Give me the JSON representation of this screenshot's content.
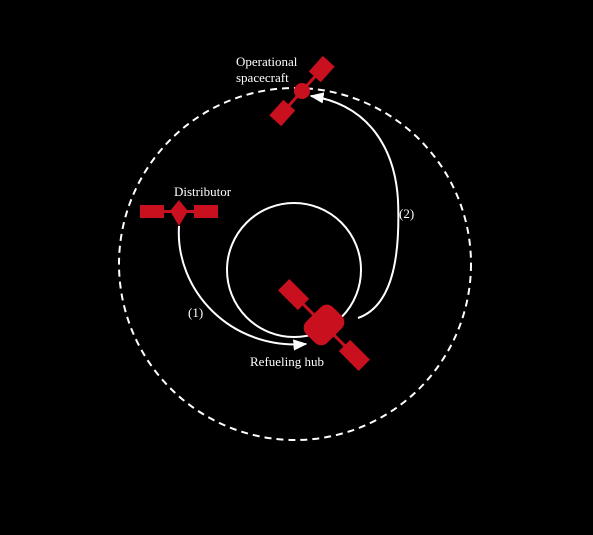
{
  "labels": {
    "operational_line1": "Operational",
    "operational_line2": "spacecraft",
    "distributor": "Distributor",
    "refueling_hub": "Refueling hub",
    "path1": "(1)",
    "path2": "(2)"
  },
  "colors": {
    "background": "#000000",
    "spacecraft": "#c8101e",
    "lines": "#ffffff"
  }
}
